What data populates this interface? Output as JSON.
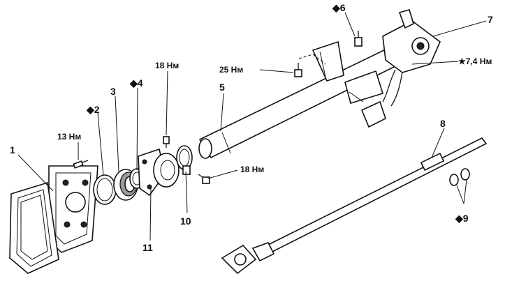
{
  "labels": {
    "part_1": "1",
    "part_2": "◆2",
    "part_3": "3",
    "part_4": "◆4",
    "part_5": "5",
    "part_6": "◆6",
    "part_7": "7",
    "part_8": "8",
    "part_9": "◆9",
    "part_10": "10",
    "part_11": "11"
  },
  "torques": {
    "torque_13": "13 Нм",
    "torque_18_top": "18 Нм",
    "torque_25": "25 Нм",
    "torque_7_4": "★7,4 Нм",
    "torque_18_right": "18 Нм"
  }
}
